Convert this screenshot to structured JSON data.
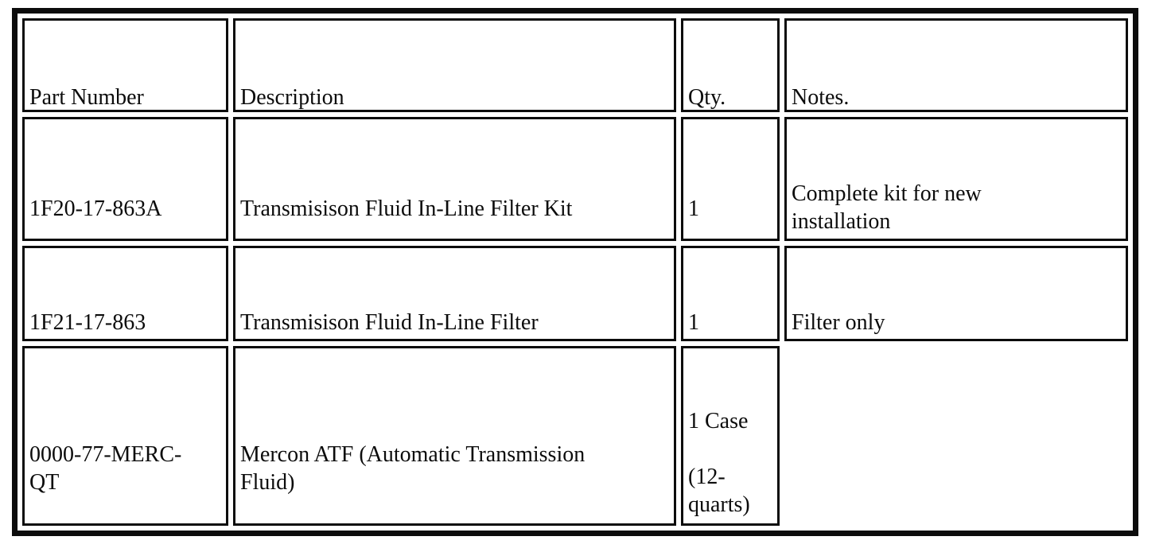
{
  "document": {
    "type": "scanned-parts-table"
  },
  "colors": {
    "ink": "#0c0c0c",
    "paper": "#ffffff"
  },
  "table": {
    "columns": [
      {
        "key": "part_number",
        "label": "Part Number"
      },
      {
        "key": "description",
        "label": "Description"
      },
      {
        "key": "qty",
        "label": "Qty."
      },
      {
        "key": "notes",
        "label": "Notes."
      }
    ],
    "rows": [
      {
        "part_number": "1F20-17-863A",
        "description": "Transmisison Fluid In-Line Filter Kit",
        "qty": "1",
        "notes": "Complete kit for new\ninstallation"
      },
      {
        "part_number": "1F21-17-863",
        "description": "Transmisison Fluid In-Line Filter",
        "qty": "1",
        "notes": "Filter only"
      },
      {
        "part_number": "0000-77-MERC-\nQT",
        "description": "Mercon ATF (Automatic Transmission\nFluid)",
        "qty": "1 Case\n\n(12-\nquarts)",
        "notes": ""
      }
    ]
  }
}
